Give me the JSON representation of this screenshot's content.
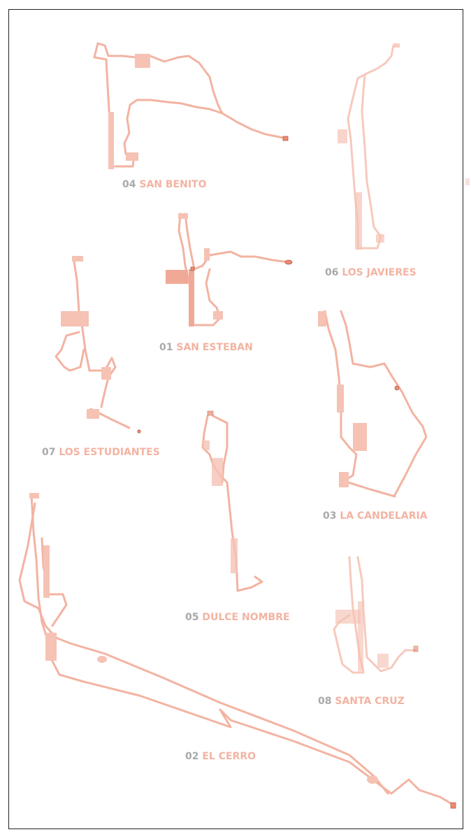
{
  "routes": [
    {
      "number": "04",
      "name": "SAN BENITO"
    },
    {
      "number": "06",
      "name": "LOS JAVIERES"
    },
    {
      "number": "01",
      "name": "SAN ESTEBAN"
    },
    {
      "number": "07",
      "name": "LOS ESTUDIANTES"
    },
    {
      "number": "03",
      "name": "LA CANDELARIA"
    },
    {
      "number": "05",
      "name": "DULCE NOMBRE"
    },
    {
      "number": "08",
      "name": "SANTA CRUZ"
    },
    {
      "number": "02",
      "name": "EL CERRO"
    }
  ],
  "colors": {
    "route": "#f3b3a2",
    "endpoint": "#ec8a72",
    "number": "#a9a9a9",
    "frame": "#222222"
  }
}
